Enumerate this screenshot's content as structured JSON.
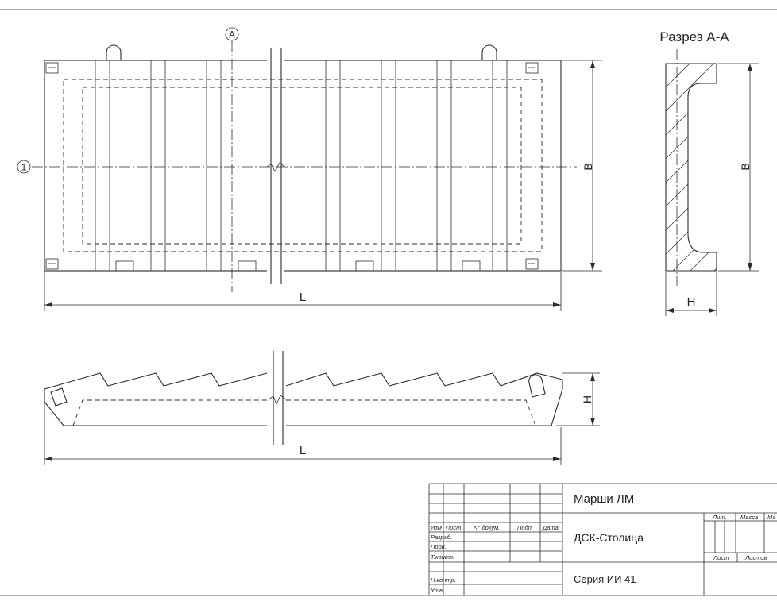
{
  "drawing": {
    "section_title": "Разрез А-А",
    "section_marker": "А",
    "axis_marker": "1",
    "dims": {
      "L_plan": "L",
      "B_plan": "В",
      "B_section": "В",
      "H_section": "Н",
      "L_side": "L",
      "H_side": "Н"
    }
  },
  "title_block": {
    "title": "Марши ЛМ",
    "org": "ДСК-Столица",
    "series": "Серия ИИ 41",
    "cols": {
      "izm": "Изм",
      "list": "Лист",
      "ndoc": "N° докум.",
      "podp": "Подп.",
      "data": "Дата"
    },
    "rows": {
      "razrab": "Разраб.",
      "prov": "Пров.",
      "tkontr": "Т.контр.",
      "nkontr": "Н.контр.",
      "utv": "Утв."
    },
    "right": {
      "lit": "Лит.",
      "massa": "Масса",
      "masshtab": "Ма",
      "list": "Лист",
      "listov": "Листов"
    }
  }
}
